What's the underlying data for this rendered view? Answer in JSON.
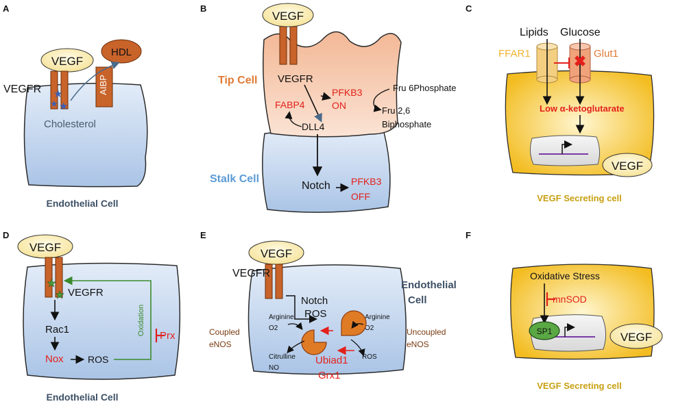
{
  "colors": {
    "receptor": "#c8632a",
    "receptor_dark": "#8a3d10",
    "red": "#e3201b",
    "green": "#3a8a2e",
    "vegf_fill": "#fbeeb0",
    "cell_blue": "#c9dcf2",
    "tip_orange": "#f6c9ad",
    "yellow_cell": "#f7c531",
    "dark_text": "#3d5066",
    "brown_text": "#7a3a10",
    "gold_text": "#c8a012",
    "orange_text": "#e07b35",
    "blue_text": "#5b9bd5"
  },
  "panels": {
    "A": {
      "letter": "A",
      "vegf": "VEGF",
      "vegfr": "VEGFR",
      "hdl": "HDL",
      "aibp": "AIBP",
      "cholesterol": "Cholesterol",
      "cell_label": "Endothelial Cell"
    },
    "B": {
      "letter": "B",
      "vegf": "VEGF",
      "tip_cell": "Tip Cell",
      "vegfr": "VEGFR",
      "pfkb3_on_1": "PFKB3",
      "pfkb3_on_2": "ON",
      "fabp4": "FABP4",
      "fru6": "Fru 6Phosphate",
      "fru26_1": "Fru 2,6",
      "fru26_2": "Biphosphate",
      "dll4": "DLL4",
      "stalk_cell": "Stalk Cell",
      "notch": "Notch",
      "pfkb3_off_1": "PFKB3",
      "pfkb3_off_2": "OFF"
    },
    "C": {
      "letter": "C",
      "lipids": "Lipids",
      "glucose": "Glucose",
      "ffar1": "FFAR1",
      "glut1": "Glut1",
      "low_akg": "Low α-ketoglutarate",
      "vegf": "VEGF",
      "cell_label": "VEGF Secreting cell"
    },
    "D": {
      "letter": "D",
      "vegf": "VEGF",
      "vegfr": "VEGFR",
      "rac1": "Rac1",
      "nox": "Nox",
      "ros": "ROS",
      "oxidation": "Oxidation",
      "prx": "Prx",
      "cell_label": "Endothelial Cell"
    },
    "E": {
      "letter": "E",
      "vegf": "VEGF",
      "vegfr": "VEGFR",
      "notch": "Notch",
      "ros": "ROS",
      "arginine_left": "Arginine",
      "o2_left": "O2",
      "arginine_right": "Arginine",
      "o2_right": "O2",
      "citrulline": "Citrulline",
      "no": "NO",
      "ros_right": "ROS",
      "coupled_1": "Coupled",
      "coupled_2": "eNOS",
      "uncoupled_1": "Uncoupled",
      "uncoupled_2": "eNOS",
      "ubiad1": "Ubiad1",
      "grx1": "Grx1",
      "endothelial_1": "Endothelial",
      "endothelial_2": "Cell"
    },
    "F": {
      "letter": "F",
      "oxidative_stress": "Oxidative Stress",
      "mnsod": "mnSOD",
      "sp1": "SP1",
      "vegf": "VEGF",
      "cell_label": "VEGF Secreting cell"
    }
  }
}
